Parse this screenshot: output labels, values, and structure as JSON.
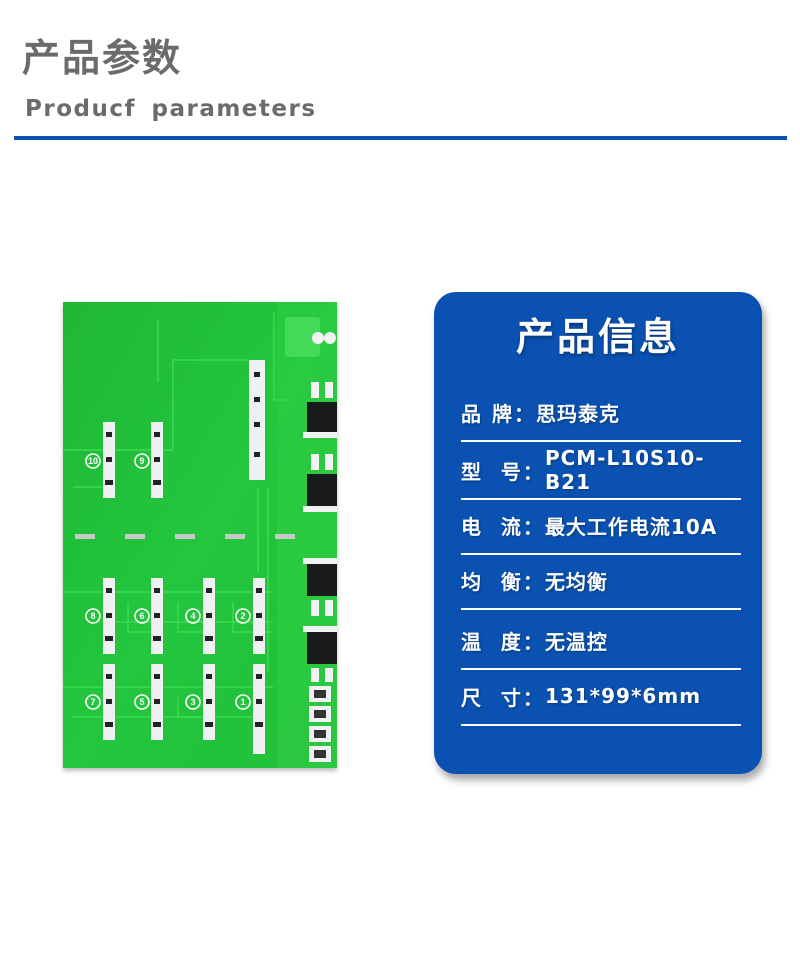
{
  "header": {
    "title_cn": "产品参数",
    "title_en": "Producf parameters",
    "accent_color": "#0a52b0"
  },
  "product_image": {
    "alt": "green PCM protection circuit board",
    "cell_markers": [
      "⑩",
      "⑨",
      "⑧",
      "⑥",
      "④",
      "②",
      "⑦",
      "⑤",
      "③",
      "①"
    ]
  },
  "info_card": {
    "title": "产品信息",
    "background_color": "#0a51b1",
    "rows": [
      {
        "label": "品 牌：",
        "value": "思玛泰克"
      },
      {
        "label": "型  号：",
        "value": "PCM-L10S10-B21"
      },
      {
        "label": "电  流：",
        "value": "最大工作电流10A"
      },
      {
        "label": "均  衡：",
        "value": "无均衡"
      },
      {
        "label": "温  度：",
        "value": "无温控"
      },
      {
        "label": "尺  寸：",
        "value": "131*99*6mm"
      }
    ]
  }
}
